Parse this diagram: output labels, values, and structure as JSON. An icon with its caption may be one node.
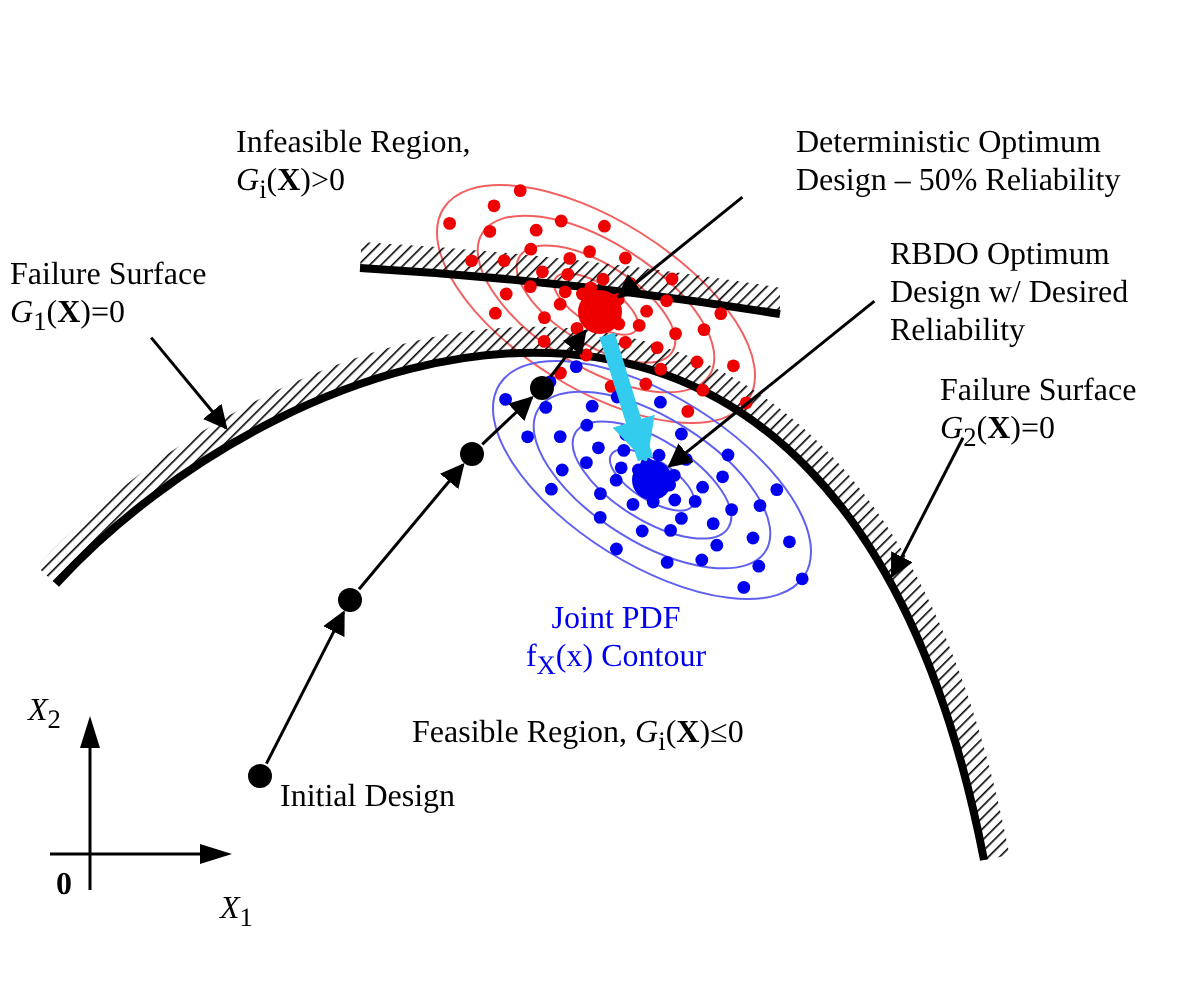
{
  "diagram": {
    "nodes": [
      {
        "text": [],
        "shape": "circle",
        "beside": [
          "Initial Design"
        ]
      },
      {
        "text": [],
        "shape": "circle"
      },
      {
        "text": [],
        "shape": "circle"
      },
      {
        "text": [],
        "shape": "circle"
      },
      {
        "text": [],
        "shape": "circle"
      },
      {
        "text": [],
        "shape": "circle"
      },
      {
        "text": [
          "Deterministic Optimum Design – 50% Reliability"
        ]
      },
      {
        "text": [
          "RBDO Optimum Design w/ Desired Reliability"
        ]
      },
      {
        "text": [
          "Failure Surface *G*$_{1}$(**X**)=0"
        ]
      },
      {
        "text": [
          "Failure Surface *G*$_{2}$(**X**)=0"
        ]
      }
    ],
    "edges": [
      {
        "from": 0,
        "to": 1,
        "arrow": "to"
      },
      {
        "from": 1,
        "to": 2,
        "arrow": "to"
      },
      {
        "from": 2,
        "to": 3,
        "arrow": "to"
      },
      {
        "from": 3,
        "to": 4,
        "arrow": "to"
      },
      {
        "from": 4,
        "to": 5,
        "arrow": "to",
        "style": "thick",
        "color": "#33ccee"
      },
      {
        "from": 6,
        "to": 4,
        "arrow": "to"
      },
      {
        "from": 7,
        "to": 5,
        "arrow": "to"
      },
      {
        "from": 8,
        "to": null,
        "arrow": "to"
      },
      {
        "from": 9,
        "to": null,
        "arrow": "to"
      }
    ],
    "labels": [
      "Infeasible Region, *G*$_{i}$(**X**)>0",
      "Joint PDF f$_{X}$(x) Contour",
      "*X*$_{2}$",
      "Feasible Region, *G*$_{i}$(**X**)≤0",
      "0",
      "*X*$_{1}$"
    ]
  }
}
